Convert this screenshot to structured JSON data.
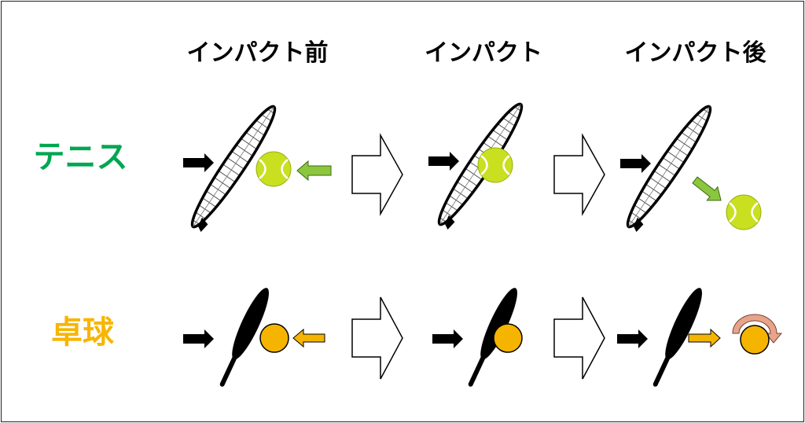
{
  "columns": [
    {
      "label": "インパクト前"
    },
    {
      "label": "インパクト"
    },
    {
      "label": "インパクト後"
    }
  ],
  "rows": [
    {
      "label": "テニス",
      "color": "#00a651",
      "ball": "tennis-ball",
      "arrow_color": "#8cc63f"
    },
    {
      "label": "卓球",
      "color": "#f7b500",
      "ball": "table-tennis-ball",
      "arrow_color": "#f5b400"
    }
  ],
  "colors": {
    "tennis_ball": "#c9e021",
    "pingpong_ball": "#f5b400",
    "spin_arrow": "#e8a48a"
  }
}
